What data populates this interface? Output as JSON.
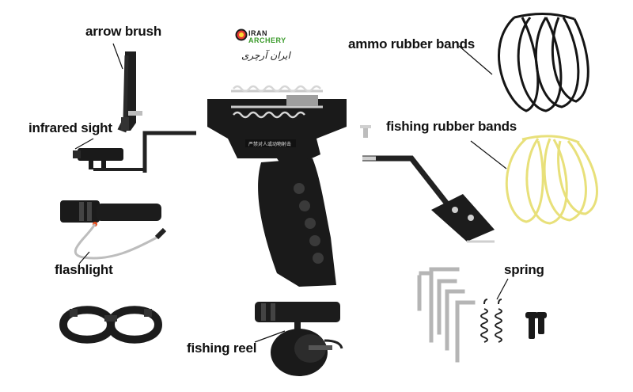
{
  "logo": {
    "line1": "IRAN",
    "line2": "ARCHERY",
    "persian": "ایران آرچری",
    "colors": {
      "target_outer": "#1a1a1a",
      "target_ring": "#e53935",
      "target_center": "#fdd835",
      "green": "#3a9a2a"
    }
  },
  "labels": {
    "arrow_brush": "arrow brush",
    "infrared_sight": "infrared sight",
    "flashlight": "flashlight",
    "fishing_reel": "fishing reel",
    "ammo_rubber_bands": "ammo rubber bands",
    "fishing_rubber_bands": "fishing rubber bands",
    "spring": "spring"
  },
  "products": {
    "slingshot_chinese_text": "严禁对人或动物射击"
  },
  "colors": {
    "background": "#ffffff",
    "metal_black": "#1c1c1c",
    "chrome": "#c9c9c9",
    "yellow_bands": "#e8e07a",
    "black_bands": "#151515"
  }
}
